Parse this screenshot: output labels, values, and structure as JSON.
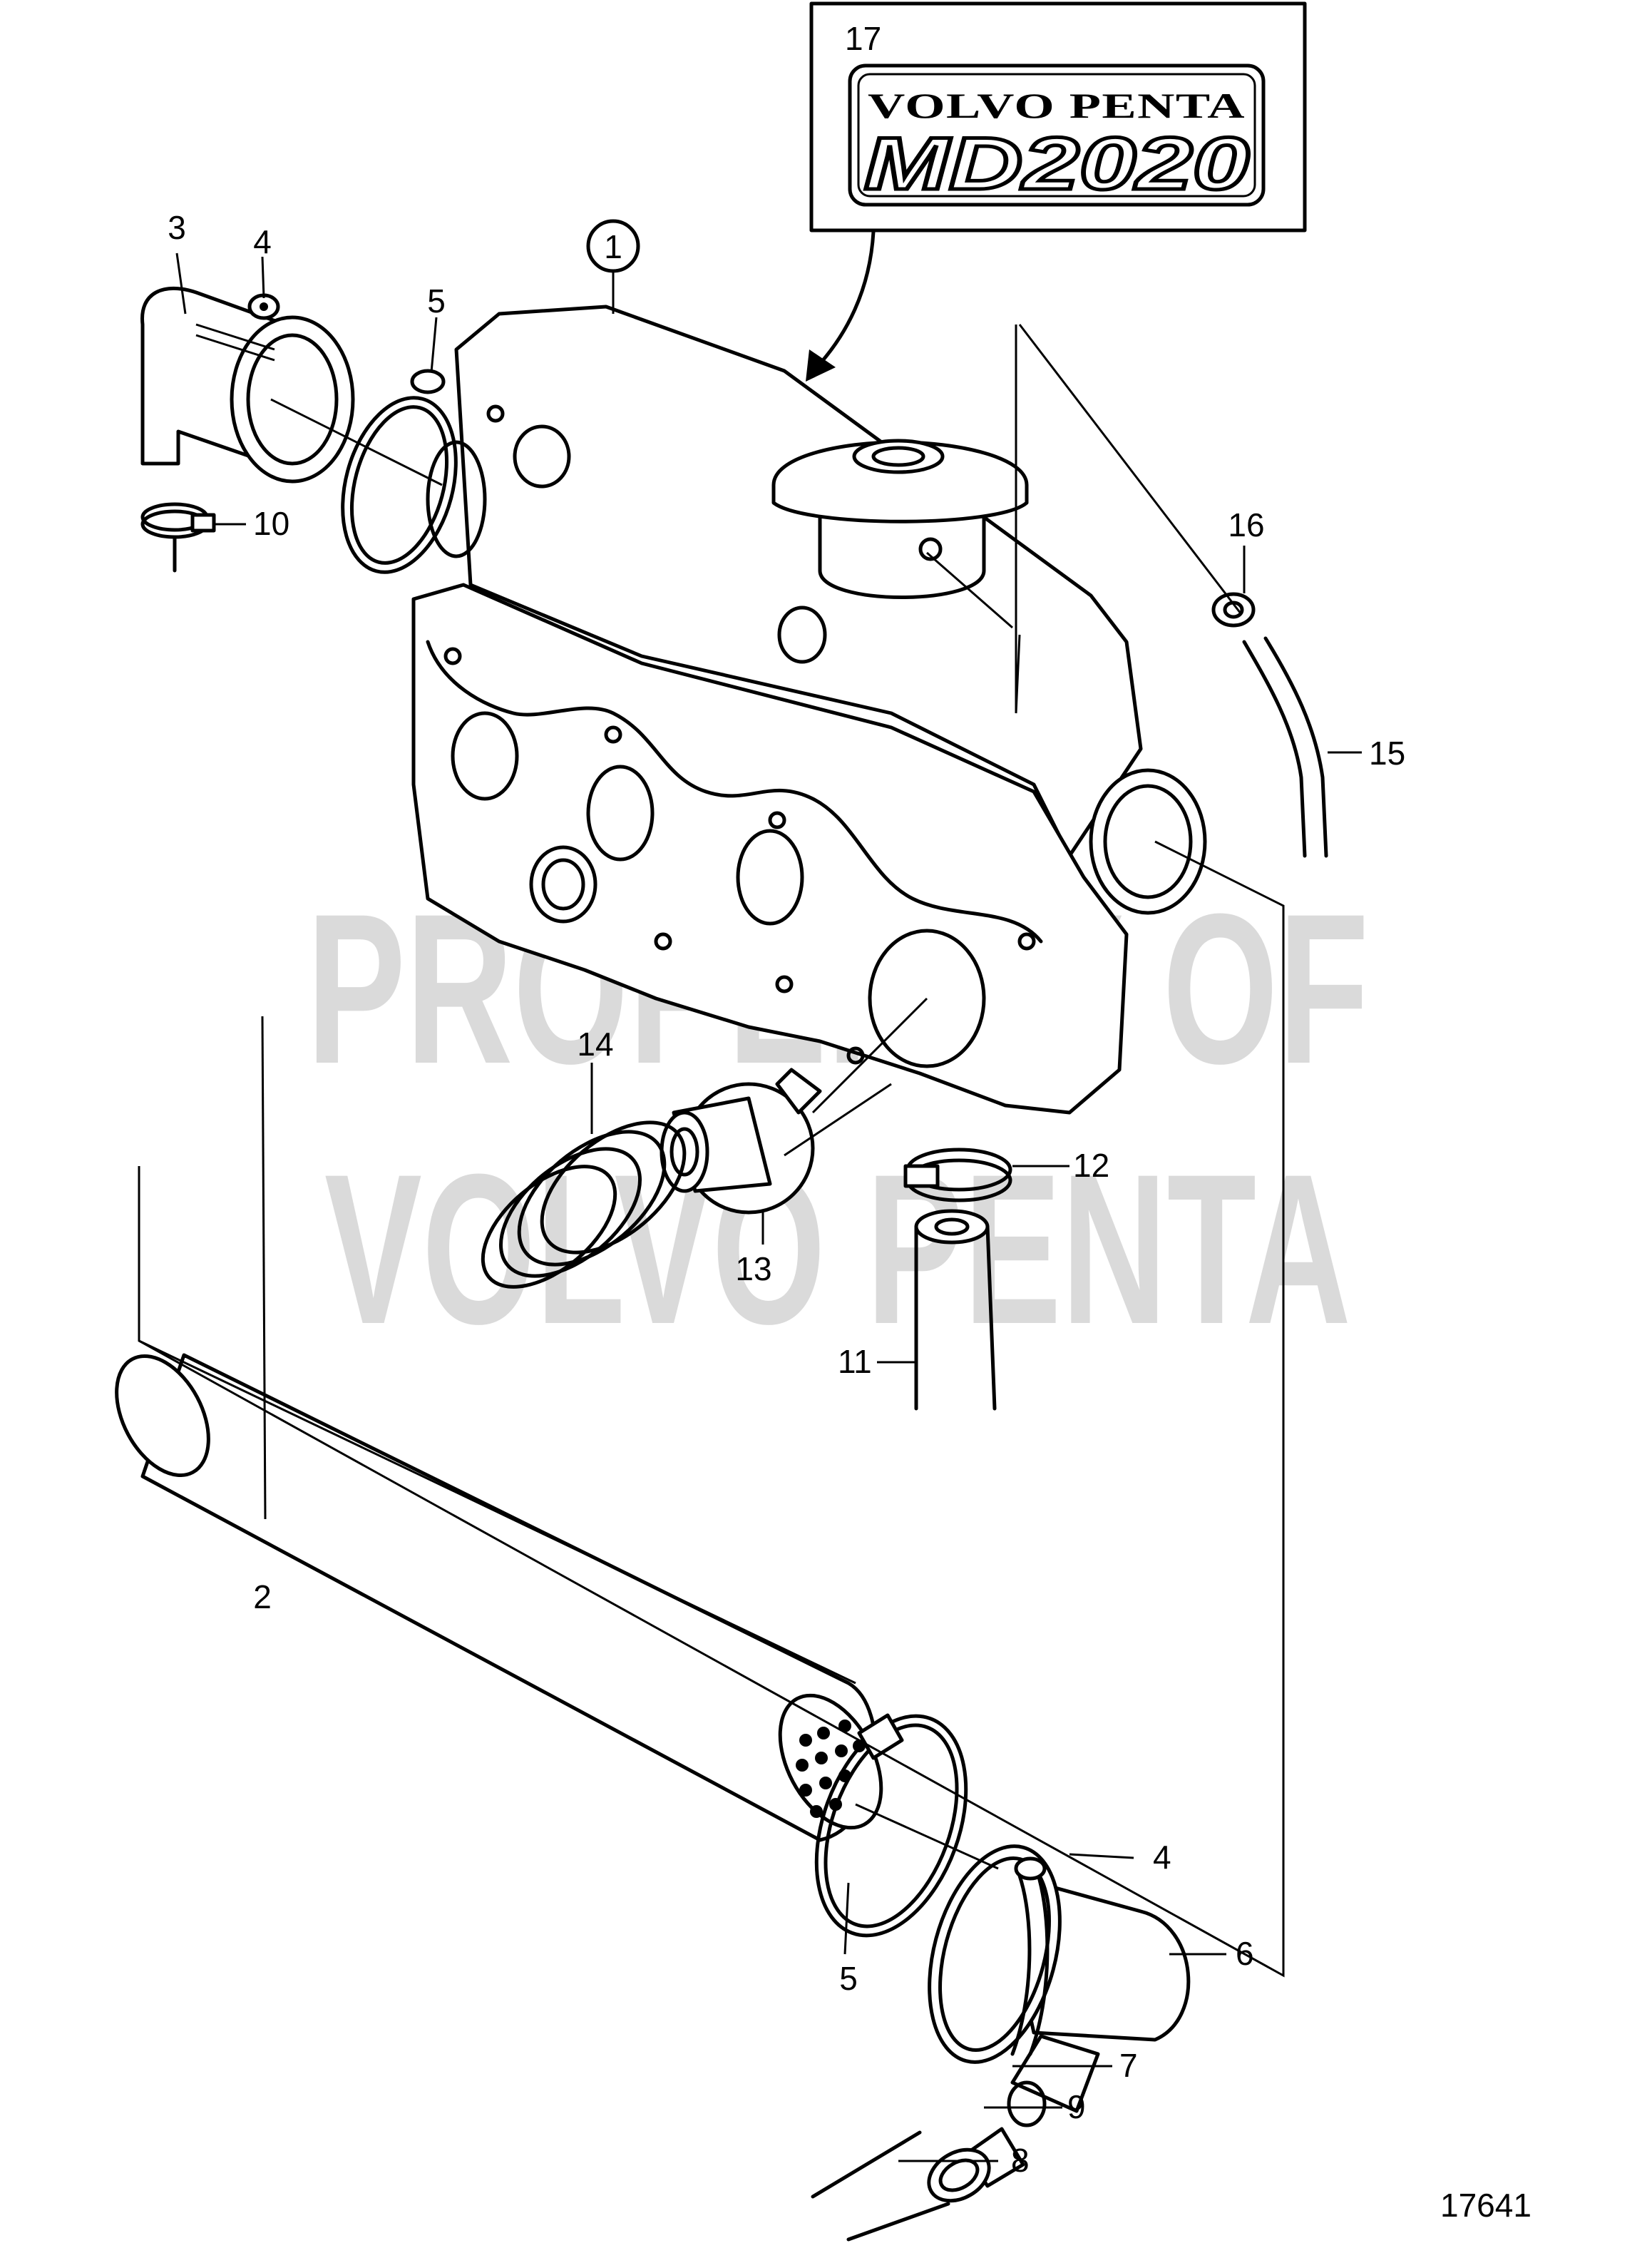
{
  "drawing_number": "17641",
  "watermark": {
    "line1": "PROPERTY OF",
    "line2": "VOLVO PENTA"
  },
  "label_box": {
    "number": "17",
    "brand_line": "VOLVO PENTA",
    "model_line": "MD2020"
  },
  "callouts": {
    "c1": "1",
    "c2": "2",
    "c3": "3",
    "c4a": "4",
    "c4b": "4",
    "c5a": "5",
    "c5b": "5",
    "c6": "6",
    "c7": "7",
    "c8": "8",
    "c9": "9",
    "c10": "10",
    "c11": "11",
    "c12": "12",
    "c13": "13",
    "c14": "14",
    "c15": "15",
    "c16": "16"
  }
}
